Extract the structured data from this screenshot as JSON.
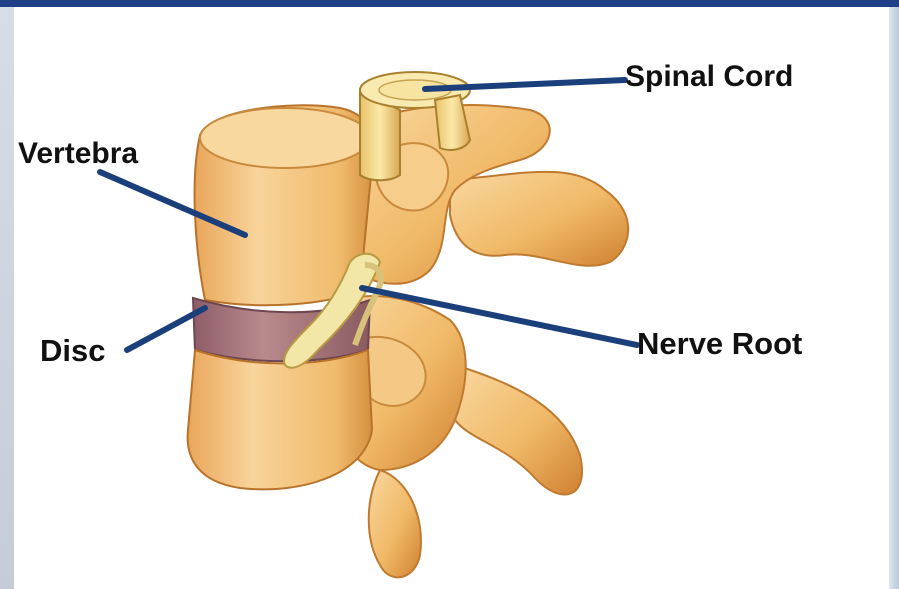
{
  "labels": {
    "spinal_cord": "Spinal Cord",
    "vertebra": "Vertebra",
    "disc": "Disc",
    "nerve_root": "Nerve Root"
  },
  "colors": {
    "leader_line": "#1b3f7a",
    "bone": "#f3c27a",
    "bone_shadow": "#d58a3c",
    "disc": "#a7757d",
    "nerve": "#f2e7a6",
    "frame_top": "#1f3f86"
  }
}
